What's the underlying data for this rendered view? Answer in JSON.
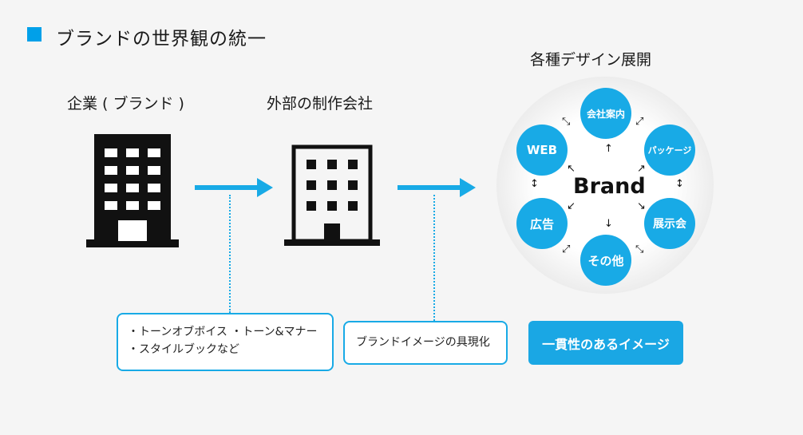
{
  "header": {
    "title": "ブランドの世界観の統一",
    "accent_color": "#00a0e9"
  },
  "columns": {
    "corporate": {
      "title": "企業 ( ブランド )",
      "icon": "office-building-icon"
    },
    "external": {
      "title": "外部の制作会社",
      "icon": "office-building-outline-icon"
    },
    "design": {
      "title": "各種デザイン展開"
    }
  },
  "brand_circle": {
    "center_label": "Brand",
    "nodes": [
      "会社案内",
      "パッケージ",
      "展示会",
      "その他",
      "広告",
      "WEB"
    ]
  },
  "boxes": {
    "corporate_lines": [
      "・トーンオブボイス ・トーン&マナー",
      "・スタイルブックなど"
    ],
    "external_text": "ブランドイメージの具現化",
    "design_text": "一貫性のあるイメージ"
  },
  "colors": {
    "accent": "#18aae6",
    "background": "#f5f5f5"
  }
}
